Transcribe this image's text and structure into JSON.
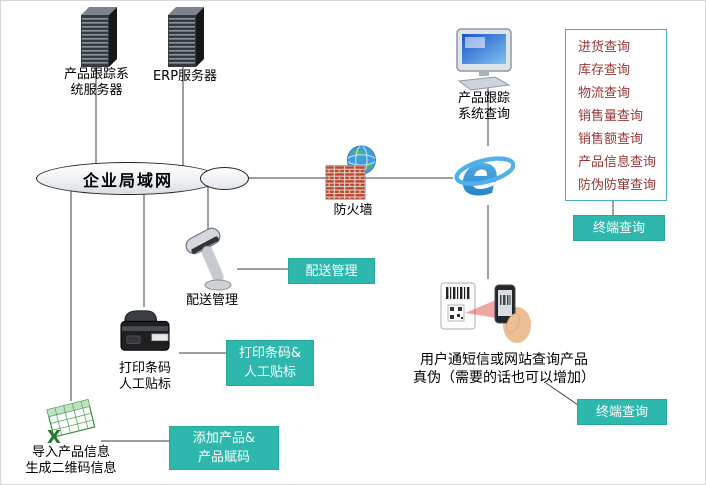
{
  "colors": {
    "badge": "#2eb8ad",
    "query_text": "#953735",
    "query_border": "#4bacc6"
  },
  "servers": {
    "tracking_line1": "产品跟踪系",
    "tracking_line2": "统服务器",
    "erp_label": "ERP服务器"
  },
  "lan": {
    "label": "企业局域网"
  },
  "firewall": {
    "label": "防火墙"
  },
  "monitor": {
    "line1": "产品跟踪",
    "line2": "系统查询"
  },
  "query_panel": {
    "items": [
      "进货查询",
      "库存查询",
      "物流查询",
      "销售量查询",
      "销售额查询",
      "产品信息查询",
      "防伪防窜查询"
    ]
  },
  "badges": {
    "terminal_top": "终端查询",
    "delivery": "配送管理",
    "print_line1": "打印条码&",
    "print_line2": "人工贴标",
    "add_line1": "添加产品&",
    "add_line2": "产品赋码",
    "terminal_bottom": "终端查询"
  },
  "scanner": {
    "label": "配送管理"
  },
  "printer": {
    "line1": "打印条码",
    "line2": "人工贴标"
  },
  "excel": {
    "line1": "导入产品信息",
    "line2": "生成二维码信息"
  },
  "phone": {
    "line1": "用户通短信或网站查询产品",
    "line2": "真伪（需要的话也可以增加）"
  }
}
